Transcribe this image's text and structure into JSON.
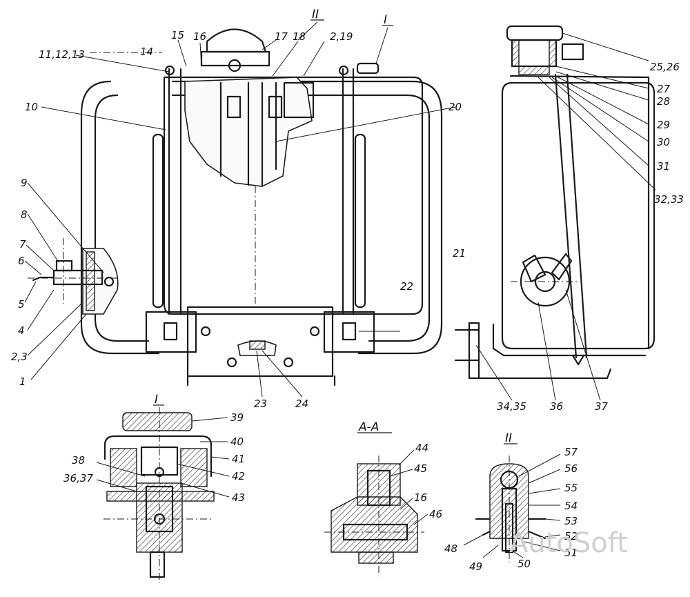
{
  "diagram": {
    "view_titles": {
      "detail_I": "I",
      "section_AA": "A-A",
      "detail_II": "II",
      "marker_I": "I",
      "marker_II": "II"
    },
    "callouts": {
      "c1": "1",
      "c2_3": "2,3",
      "c4": "4",
      "c5": "5",
      "c6": "6",
      "c7": "7",
      "c8": "8",
      "c9": "9",
      "c10": "10",
      "c11_12_13": "11,12,13",
      "c14": "14",
      "c15": "15",
      "c16": "16",
      "c17": "17",
      "c18": "18",
      "c2_19": "2,19",
      "c20": "20",
      "c21": "21",
      "c22": "22",
      "c23": "23",
      "c24": "24",
      "c25_26": "25,26",
      "c27": "27",
      "c28": "28",
      "c29": "29",
      "c30": "30",
      "c31": "31",
      "c32_33": "32,33",
      "c34_35": "34,35",
      "c36": "36",
      "c37": "37",
      "c38": "38",
      "c36_37b": "36,37",
      "c39": "39",
      "c40": "40",
      "c41": "41",
      "c42": "42",
      "c43": "43",
      "c44": "44",
      "c45": "45",
      "c16b": "16",
      "c46": "46",
      "c48": "48",
      "c49": "49",
      "c50": "50",
      "c51": "51",
      "c52": "52",
      "c53": "53",
      "c54": "54",
      "c55": "55",
      "c56": "56",
      "c57": "57"
    },
    "watermark": "AutoSoft"
  }
}
